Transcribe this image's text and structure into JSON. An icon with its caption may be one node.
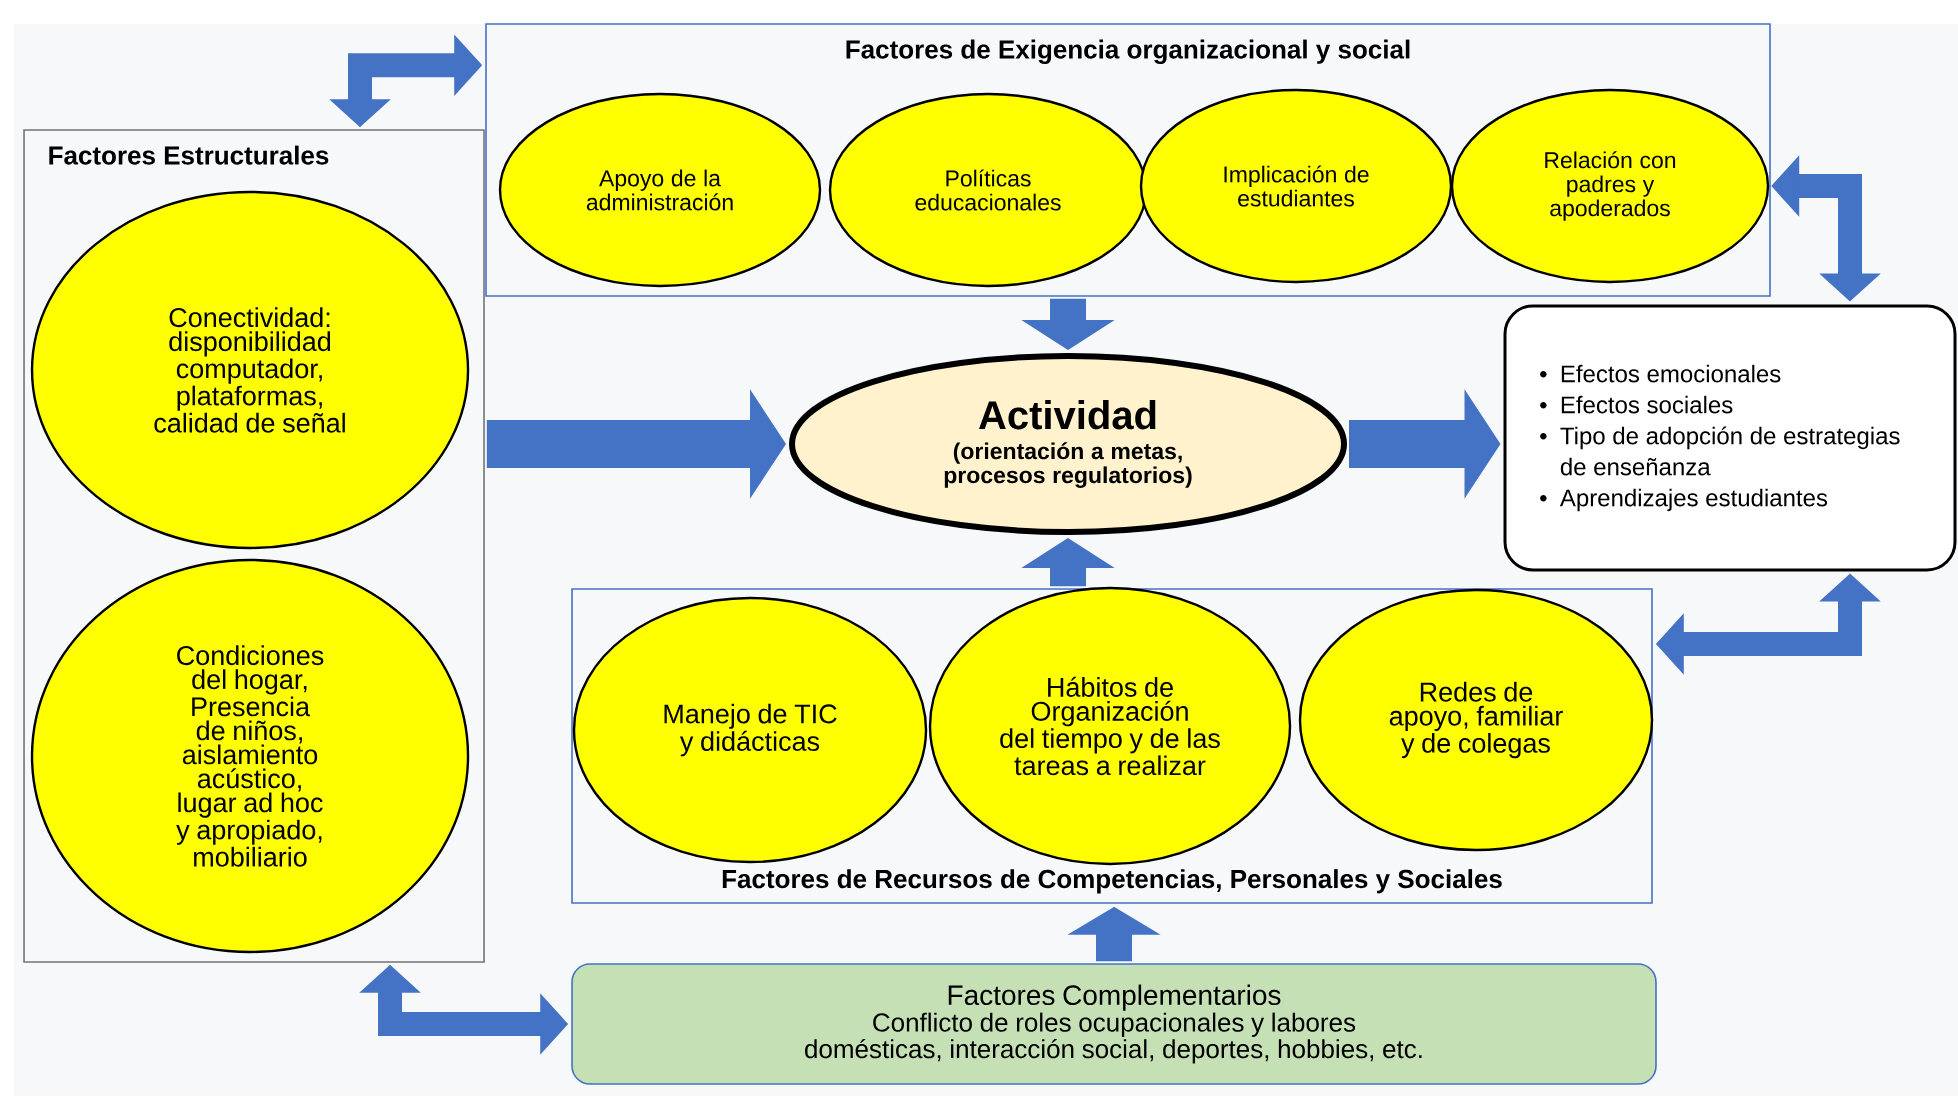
{
  "diagram": {
    "nodes": [
      {
        "text": [
          "Factores Estructurales"
        ]
      },
      {
        "text": [
          "Conectividad: disponibilidad computador, plataformas, calidad de señal"
        ],
        "in": 0
      },
      {
        "text": [
          "Condiciones del hogar, Presencia de niños, aislamiento acústico, lugar ad hoc y apropiado, mobiliario"
        ],
        "in": 0
      },
      {
        "text": [
          "Factores de Exigencia organizacional y social"
        ]
      },
      {
        "text": [
          "Apoyo de la administración"
        ],
        "in": 3
      },
      {
        "text": [
          "Políticas educacionales"
        ],
        "in": 3
      },
      {
        "text": [
          "Implicación de estudiantes"
        ],
        "in": 3
      },
      {
        "text": [
          "Relación con padres y apoderados"
        ],
        "in": 3
      },
      {
        "text": [
          "Actividad",
          "(orientación a metas, procesos regulatorios)"
        ]
      },
      {
        "text": [
          "Efectos emocionales",
          "Efectos sociales",
          "Tipo de adopción de estrategias de enseñanza",
          "Aprendizajes estudiantes"
        ]
      },
      {
        "text": [
          "Factores de Recursos de Competencias, Personales y Sociales"
        ]
      },
      {
        "text": [
          "Manejo de TIC y didácticas"
        ],
        "in": 10
      },
      {
        "text": [
          "Hábitos de Organización del tiempo y de las tareas a realizar"
        ],
        "in": 10
      },
      {
        "text": [
          "Redes de apoyo, familiar y de colegas"
        ],
        "in": 10
      },
      {
        "text": [
          "Factores Complementarios",
          "Conflicto de roles ocupacionales y labores domésticas, interacción social, deportes, hobbies, etc."
        ]
      }
    ],
    "edges": [
      {
        "from": 0,
        "to": 3,
        "arrow": "both"
      },
      {
        "from": 0,
        "to": 8,
        "arrow": "to"
      },
      {
        "from": 3,
        "to": 8,
        "arrow": "to"
      },
      {
        "from": 8,
        "to": 9,
        "arrow": "to"
      },
      {
        "from": 10,
        "to": 8,
        "arrow": "to"
      },
      {
        "from": 14,
        "to": 10,
        "arrow": "to"
      },
      {
        "from": 7,
        "to": 9,
        "arrow": "both"
      },
      {
        "from": 9,
        "to": 10,
        "arrow": "both"
      },
      {
        "from": 0,
        "to": 14,
        "arrow": "both"
      }
    ]
  }
}
